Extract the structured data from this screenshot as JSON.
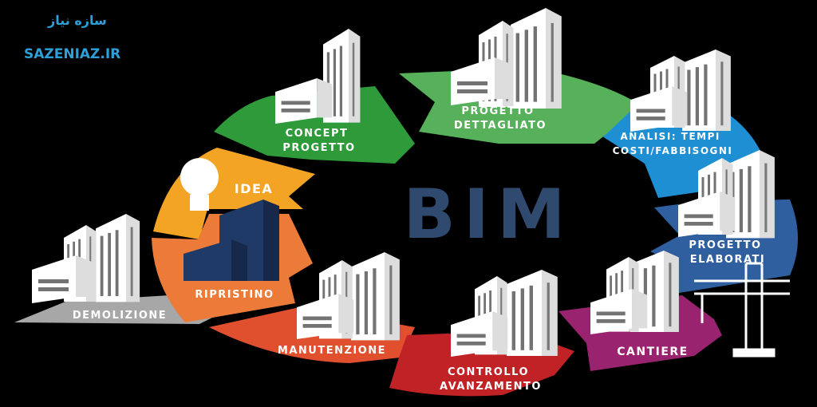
{
  "watermark": {
    "persian": "سازه نیاز",
    "site": "SAZENIAZ.IR"
  },
  "center_title": "BIM",
  "colors": {
    "background": "#000000",
    "center_title": "#2f4a6e",
    "building_fill": "#ffffff",
    "building_dark": "#1f3a66",
    "building_accent": "#c23b22",
    "watermark": "#2ea0d8"
  },
  "stages": [
    {
      "id": "concept",
      "lines": [
        "CONCEPT",
        "PROGETTO"
      ],
      "color": "#2e9a3a"
    },
    {
      "id": "dettagliato",
      "lines": [
        "PROGETTO",
        "DETTAGLIATO"
      ],
      "color": "#57b05a"
    },
    {
      "id": "analisi",
      "lines": [
        "ANALISI: TEMPI",
        "COSTI/FABBISOGNI"
      ],
      "color": "#1f8fd4"
    },
    {
      "id": "elaborati",
      "lines": [
        "PROGETTO",
        "ELABORATI"
      ],
      "color": "#2f5f9e"
    },
    {
      "id": "cantiere",
      "lines": [
        "CANTIERE"
      ],
      "color": "#9a2370"
    },
    {
      "id": "controllo",
      "lines": [
        "CONTROLLO",
        "AVANZAMENTO"
      ],
      "color": "#c02226"
    },
    {
      "id": "manutenzione",
      "lines": [
        "MANUTENZIONE"
      ],
      "color": "#e0502f"
    },
    {
      "id": "ripristino",
      "lines": [
        "RIPRISTINO"
      ],
      "color": "#ec7b3a"
    },
    {
      "id": "idea",
      "lines": [
        "IDEA"
      ],
      "color": "#f4a424"
    },
    {
      "id": "demolizione",
      "lines": [
        "DEMOLIZIONE"
      ],
      "color": "#a7a7a7"
    }
  ]
}
